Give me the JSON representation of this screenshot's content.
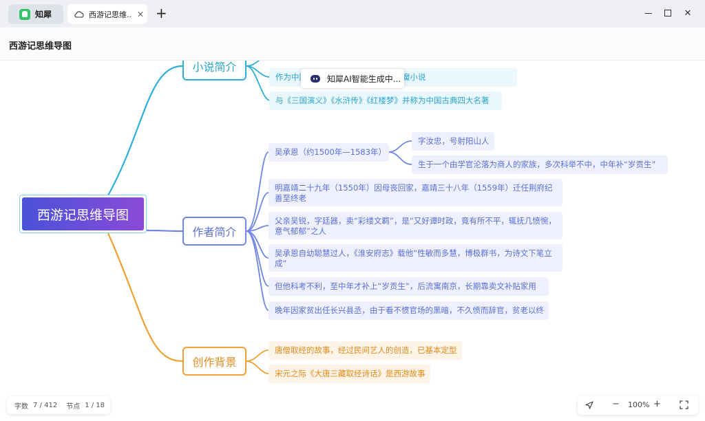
{
  "app": {
    "name": "知犀"
  },
  "tabs": [
    {
      "label": "西游记思维..."
    }
  ],
  "header": {
    "title": "西游记思维导图"
  },
  "mindmap": {
    "root": "西游记思维导图",
    "branches": [
      {
        "label": "小说简介",
        "leaves": [
          "作为中国古代第一部浪漫主义长篇神魔小说",
          "与《三国演义》《水浒传》《红楼梦》并称为中国古典四大名著"
        ]
      },
      {
        "label": "作者简介",
        "leaves": [
          "吴承恩（约1500年—1583年）",
          "明嘉靖二十九年（1550年）因母丧回家，嘉靖三十八年（1559年）迁任荆府纪善至终老",
          "父亲吴锐，字廷器，卖“彩缕文羁”，是“又好谭时政，竟有所不平，辄抚几愤惋，意气郁郁”之人",
          "吴承恩自幼聪慧过人，《淮安府志》载他“性敏而多慧，博极群书，为诗文下笔立成”",
          "但他科考不利，至中年才补上“岁贡生”，后流寓南京，长期靠卖文补贴家用",
          "晚年因家贫出任长兴县丞，由于看不惯官场的黑暗，不久愤而辞官，贫老以终"
        ],
        "sub_leaves": [
          "字汝忠，号射阳山人",
          "生于一个由学官沦落为商人的家族，多次科举不中，中年补“岁贡生”"
        ]
      },
      {
        "label": "创作背景",
        "leaves": [
          "唐僧取经的故事，经过民间艺人的创造，已基本定型",
          "宋元之际《大唐三藏取经诗话》是西游故事"
        ]
      }
    ]
  },
  "ai_status": "知犀AI智能生成中...",
  "stats": {
    "words_label": "字数",
    "words_value": "7 / 412",
    "nodes_label": "节点",
    "nodes_value": "1 / 18"
  },
  "zoom": {
    "level": "100%",
    "minus": "−",
    "plus": "+"
  },
  "colors": {
    "intro": "#2ab0d8",
    "author": "#6f86e6",
    "background": "#f0a030",
    "root_start": "#4a52d8",
    "root_end": "#8b4ad8"
  }
}
